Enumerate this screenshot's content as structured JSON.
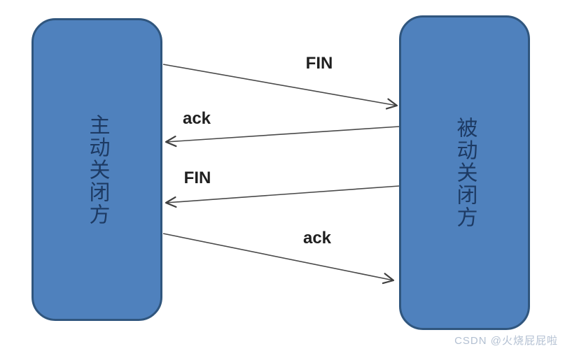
{
  "nodes": {
    "left": {
      "label": "主动关闭方"
    },
    "right": {
      "label": "被动关闭方"
    }
  },
  "messages": [
    {
      "label": "FIN",
      "from": "left",
      "to": "right"
    },
    {
      "label": "ack",
      "from": "right",
      "to": "left"
    },
    {
      "label": "FIN",
      "from": "right",
      "to": "left"
    },
    {
      "label": "ack",
      "from": "left",
      "to": "right"
    }
  ],
  "watermark": {
    "text": "CSDN @火烧屁屁啦"
  },
  "colors": {
    "node_fill": "#4f81bd",
    "node_border": "#30567e",
    "node_text": "#1d3a63",
    "arrow": "#404040",
    "label_text": "#1f1f1f",
    "watermark_text": "#b3c0d2",
    "background": "#ffffff"
  }
}
